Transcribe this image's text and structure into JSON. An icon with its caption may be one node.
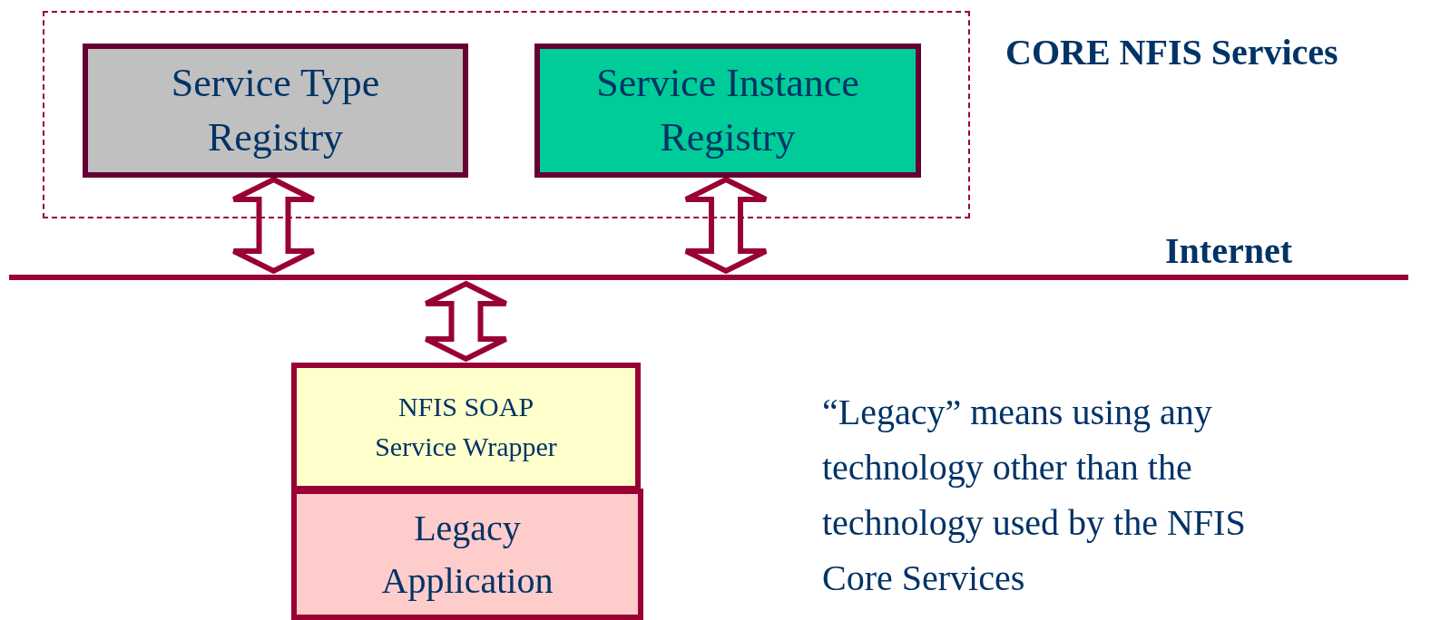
{
  "diagram": {
    "nodes": [
      {
        "text": [],
        "shape": "box"
      },
      {
        "text": [
          "Service Type Registry"
        ],
        "in": 0
      },
      {
        "text": [
          "Service Instance Registry"
        ],
        "in": 0
      },
      {
        "text": [],
        "shape": "bar",
        "beside": [
          "Internet"
        ]
      },
      {
        "text": [
          "NFIS SOAP Service Wrapper"
        ]
      },
      {
        "text": [
          "Legacy Application"
        ]
      }
    ],
    "edges": [
      {
        "from": 1,
        "to": 3,
        "arrow": "both"
      },
      {
        "from": 2,
        "to": 3,
        "arrow": "both"
      },
      {
        "from": 3,
        "to": 4,
        "arrow": "both"
      }
    ],
    "labels": [
      "CORE NFIS Services",
      "“Legacy” means using any technology other than the technology used by the NFIS Core Services"
    ]
  }
}
